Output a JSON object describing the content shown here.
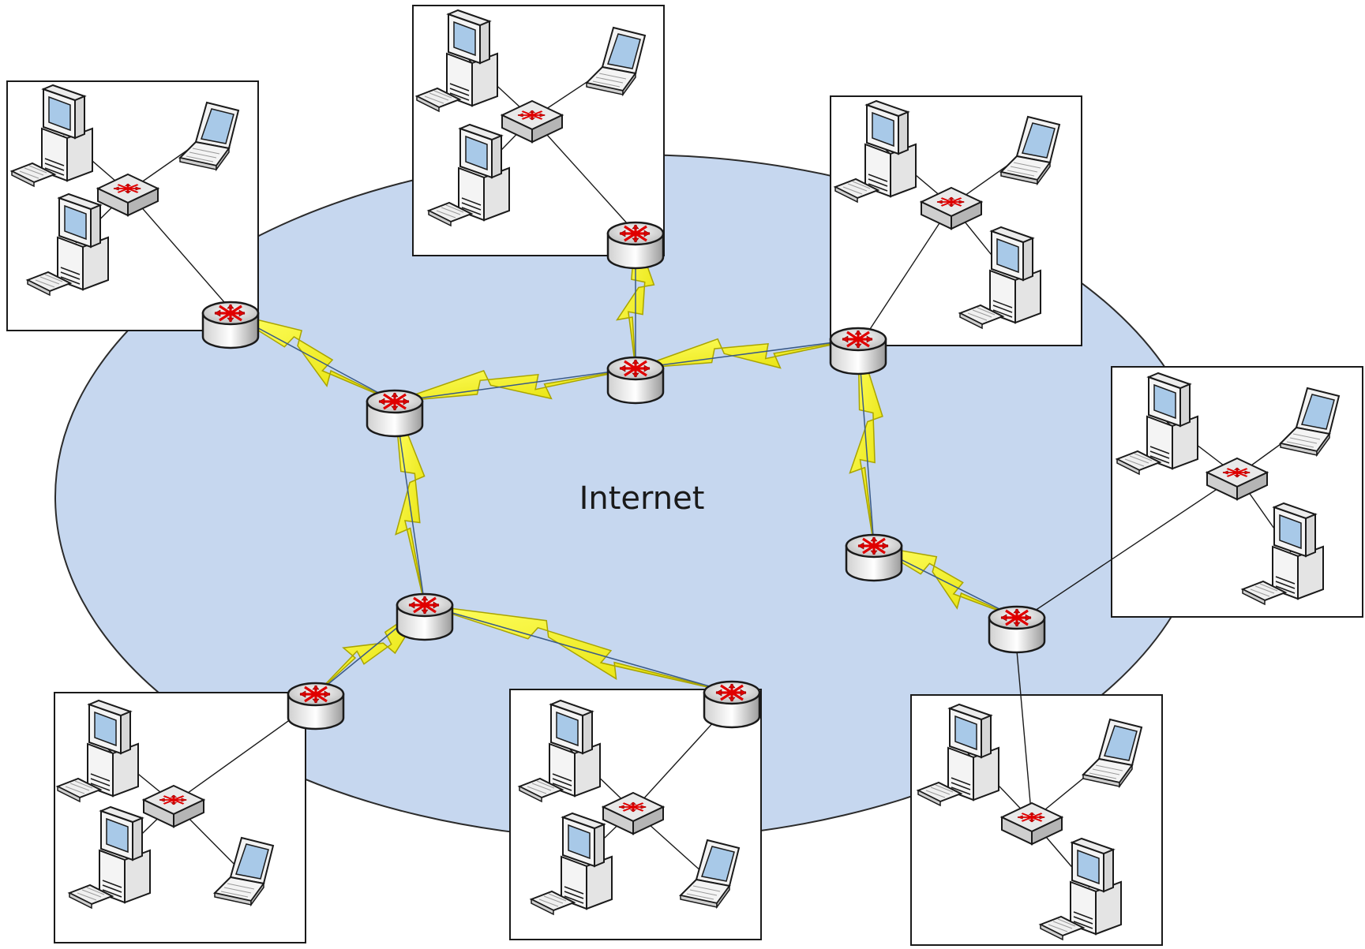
{
  "diagram": {
    "cloud": {
      "label": "Internet",
      "fill": "#c6d7ef",
      "stroke": "#2b2b2b"
    },
    "colors": {
      "link": "#f4f000",
      "link_edge": "#a9a400",
      "arrow": "#e00000",
      "device_body": "#f2f2f2",
      "device_edge": "#1a1a1a",
      "screen": "#a8c9e8"
    },
    "icons": [
      "router-icon",
      "switch-icon",
      "desktop-computer-icon",
      "laptop-icon"
    ],
    "lans": [
      {
        "id": "lan-1",
        "devices": [
          "desktop-computer-icon",
          "laptop-icon",
          "desktop-computer-icon",
          "switch-icon"
        ]
      },
      {
        "id": "lan-2",
        "devices": [
          "desktop-computer-icon",
          "laptop-icon",
          "desktop-computer-icon",
          "switch-icon"
        ]
      },
      {
        "id": "lan-3",
        "devices": [
          "desktop-computer-icon",
          "laptop-icon",
          "desktop-computer-icon",
          "switch-icon"
        ]
      },
      {
        "id": "lan-4",
        "devices": [
          "desktop-computer-icon",
          "laptop-icon",
          "desktop-computer-icon",
          "switch-icon"
        ]
      },
      {
        "id": "lan-5",
        "devices": [
          "desktop-computer-icon",
          "desktop-computer-icon",
          "laptop-icon",
          "switch-icon"
        ]
      },
      {
        "id": "lan-6",
        "devices": [
          "desktop-computer-icon",
          "desktop-computer-icon",
          "laptop-icon",
          "switch-icon"
        ]
      },
      {
        "id": "lan-7",
        "devices": [
          "desktop-computer-icon",
          "laptop-icon",
          "desktop-computer-icon",
          "switch-icon"
        ]
      }
    ]
  }
}
